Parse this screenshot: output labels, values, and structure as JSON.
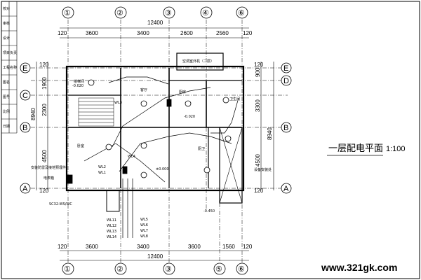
{
  "drawing": {
    "title": "一层配电平面",
    "scale": "1:100",
    "watermark": "www.321gk.com",
    "title_block": [
      "校对",
      "审核",
      "设计",
      "项目负责",
      "工程名称",
      "图名",
      "图号",
      "比例",
      "日期"
    ]
  },
  "axes": {
    "columns": [
      "①",
      "②",
      "③",
      "④",
      "⑥"
    ],
    "rows": [
      "E",
      "D",
      "C",
      "B",
      "A"
    ],
    "bottom_columns": [
      "①",
      "②",
      "③",
      "⑤",
      "⑥"
    ]
  },
  "dimensions": {
    "top_total": "12400",
    "top_segments": [
      "120",
      "3600",
      "3400",
      "2600",
      "2560",
      "120"
    ],
    "bottom_total": "12400",
    "bottom_segments": [
      "120",
      "3600",
      "3400",
      "3600",
      "1560",
      "120"
    ],
    "left_segments": [
      "120",
      "1900",
      "2300",
      "4500",
      "120"
    ],
    "left_total": "8940",
    "right_segments": [
      "120",
      "900",
      "3300",
      "4500",
      "120"
    ],
    "right_total": "8940"
  },
  "labels": {
    "top_box": "空调室外机（二层）",
    "room_a": "卧室",
    "room_b": "客厅",
    "room_c": "厨房",
    "room_d": "卫生间",
    "room_e": "楼梯间",
    "room_f": "厨卫",
    "level_1": "±0.000",
    "level_2": "-0.020",
    "level_3": "-0.020",
    "level_4": "-0.450",
    "feed_note": "安装防雷及接地预埋件",
    "cable": "SC32-WS/WC",
    "meter": "电表箱",
    "right_note": "设备安装处",
    "circuits": [
      "WL1",
      "WL2",
      "WL3",
      "WL4",
      "WL5",
      "WL6",
      "WL7",
      "WL8",
      "WL11",
      "WL12",
      "WL13",
      "WL14"
    ]
  }
}
